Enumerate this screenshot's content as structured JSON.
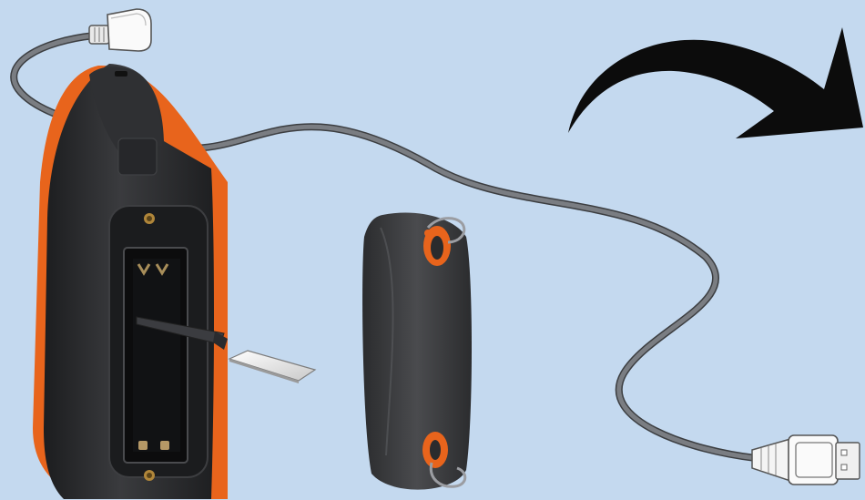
{
  "colors": {
    "background": "#c4d9ef",
    "device_body": "#2a2b2d",
    "device_accent": "#e8641c",
    "cable": "#6e7176",
    "arrow": "#0c0c0c",
    "usb_plug": "#ffffff"
  },
  "scene": {
    "arrow": {
      "direction": "right",
      "icon": "curved-arrow-icon"
    },
    "parts": [
      {
        "name": "handheld-device-back",
        "icon": "gps-device-icon"
      },
      {
        "name": "battery-cover",
        "icon": "battery-cover-icon"
      },
      {
        "name": "memory-card",
        "icon": "sd-card-icon"
      },
      {
        "name": "usb-cable",
        "icon": "usb-cable-icon"
      }
    ]
  }
}
